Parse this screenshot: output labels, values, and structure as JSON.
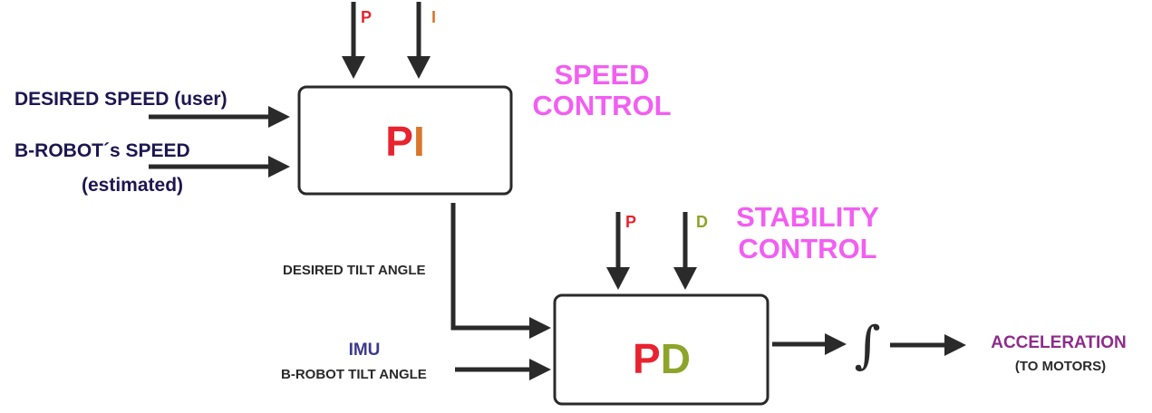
{
  "speed_block": {
    "title": "SPEED\nCONTROL",
    "title_lines": [
      "SPEED",
      "CONTROL"
    ],
    "block_label_p": "P",
    "block_label_i": "I",
    "param_p": "P",
    "param_i": "I",
    "inputs": [
      {
        "lines": [
          "DESIRED SPEED (user)"
        ]
      },
      {
        "lines": [
          "B-ROBOT´s SPEED",
          "(estimated)"
        ]
      }
    ]
  },
  "stability_block": {
    "title_lines": [
      "STABILITY",
      "CONTROL"
    ],
    "block_label_p": "P",
    "block_label_d": "D",
    "param_p": "P",
    "param_d": "D",
    "link_label": "DESIRED TILT ANGLE",
    "imu_label": "IMU",
    "tilt_label": "B-ROBOT TILT ANGLE"
  },
  "integrator_symbol": "∫",
  "output": {
    "label": "ACCELERATION",
    "sublabel": "(TO MOTORS)"
  },
  "colors": {
    "title_pink": "#f25ef2",
    "p_red": "#e8232f",
    "i_orange": "#d9762b",
    "d_olive": "#8da42a",
    "navy": "#1d1650",
    "imu_indigo": "#3d3a8c",
    "accel_purple": "#8e2c8a",
    "line_dark": "#2a2a2a"
  }
}
